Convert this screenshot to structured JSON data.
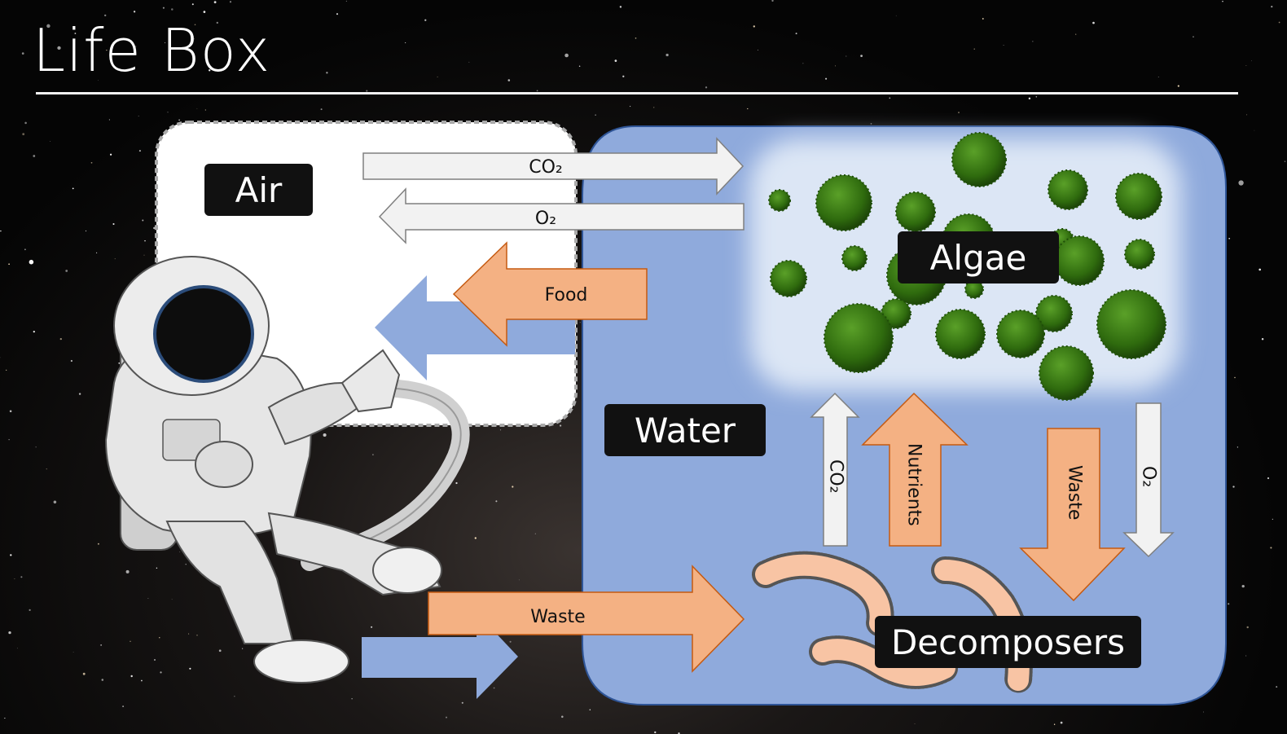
{
  "title": "Life Box",
  "labels": {
    "air": "Air",
    "water": "Water",
    "algae": "Algae",
    "decomposers": "Decomposers"
  },
  "arrows": {
    "co2_top": "CO₂",
    "o2_top": "O₂",
    "food": "Food",
    "waste_bottom": "Waste",
    "co2_vertical": "CO₂",
    "nutrients": "Nutrients",
    "waste_vertical": "Waste",
    "o2_vertical": "O₂"
  },
  "colors": {
    "water": "#8faadc",
    "air": "#ffffff",
    "orange_arrow": "#f4b183",
    "blue_arrow": "#8faadc",
    "white_arrow": "#f2f2f2",
    "algae": "#3a7a12",
    "decomposer": "#f8c4a4"
  },
  "icons": [
    "astronaut-icon",
    "algae-icon",
    "decomposer-icon"
  ]
}
